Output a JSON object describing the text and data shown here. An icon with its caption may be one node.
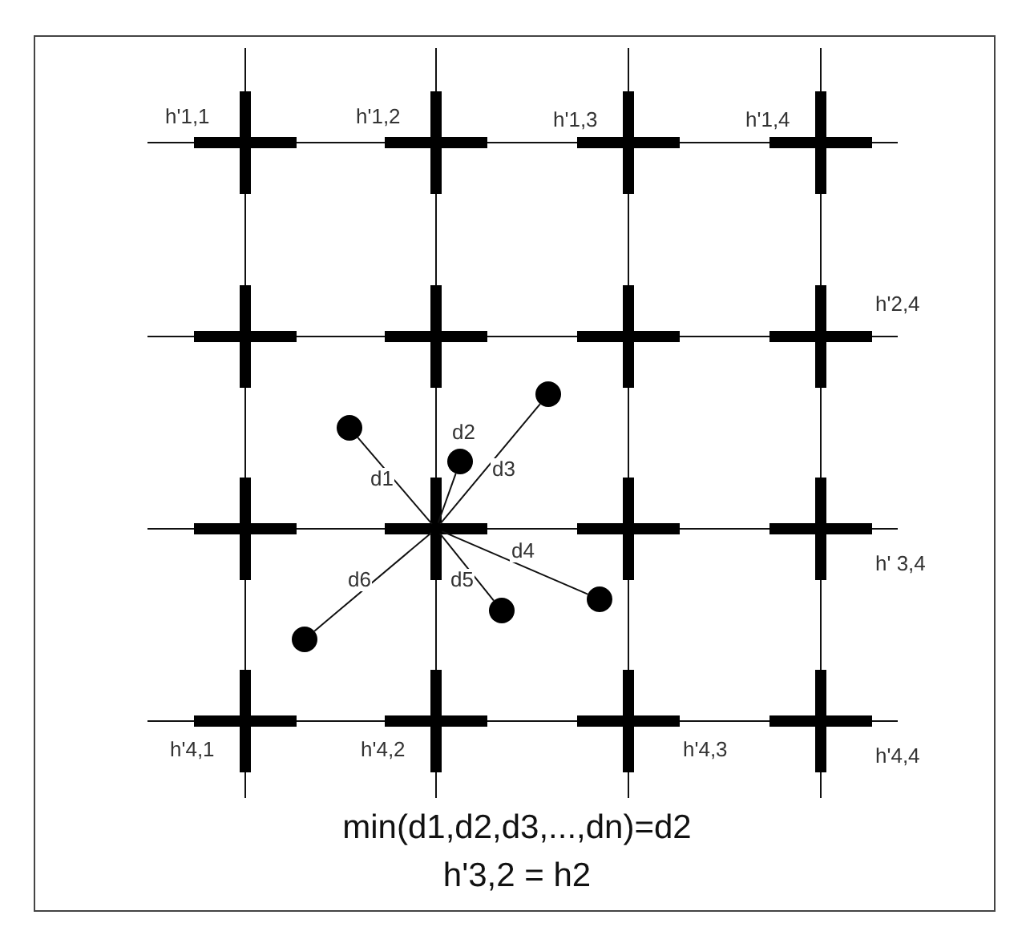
{
  "diagram": {
    "nodes": [
      {
        "text": [],
        "shape": "cross",
        "beside": [
          "h'1,1"
        ]
      },
      {
        "text": [],
        "shape": "cross",
        "beside": [
          "h'1,2"
        ]
      },
      {
        "text": [],
        "shape": "cross",
        "beside": [
          "h'1,3"
        ]
      },
      {
        "text": [],
        "shape": "cross",
        "beside": [
          "h'1,4"
        ]
      },
      {
        "text": [],
        "shape": "cross"
      },
      {
        "text": [],
        "shape": "cross"
      },
      {
        "text": [],
        "shape": "cross"
      },
      {
        "text": [],
        "shape": "cross",
        "beside": [
          "h'2,4"
        ]
      },
      {
        "text": [],
        "shape": "cross"
      },
      {
        "text": [],
        "shape": "cross"
      },
      {
        "text": [],
        "shape": "cross"
      },
      {
        "text": [],
        "shape": "cross",
        "beside": [
          "h' 3,4"
        ]
      },
      {
        "text": [],
        "shape": "cross",
        "beside": [
          "h'4,1"
        ]
      },
      {
        "text": [],
        "shape": "cross",
        "beside": [
          "h'4,2"
        ]
      },
      {
        "text": [],
        "shape": "cross",
        "beside": [
          "h'4,3"
        ]
      },
      {
        "text": [],
        "shape": "cross",
        "beside": [
          "h'4,4"
        ]
      },
      {
        "text": [],
        "shape": "circle"
      },
      {
        "text": [],
        "shape": "circle"
      },
      {
        "text": [],
        "shape": "circle"
      },
      {
        "text": [],
        "shape": "circle"
      },
      {
        "text": [],
        "shape": "circle"
      },
      {
        "text": [],
        "shape": "circle"
      }
    ],
    "edges": [
      {
        "from": 17,
        "to": 9,
        "arrow": "none",
        "label": "d1"
      },
      {
        "from": 18,
        "to": 9,
        "arrow": "none",
        "label": "d2"
      },
      {
        "from": 20,
        "to": 9,
        "arrow": "none",
        "label": "d3"
      },
      {
        "from": 21,
        "to": 9,
        "arrow": "none",
        "label": "d4"
      },
      {
        "from": 19,
        "to": 9,
        "arrow": "none",
        "label": "d5"
      },
      {
        "from": 16,
        "to": 9,
        "arrow": "none",
        "label": "d6"
      }
    ],
    "labels": [
      "min(d1,d2,d3,...,dn)=d2",
      "h'3,2 = h2"
    ]
  }
}
